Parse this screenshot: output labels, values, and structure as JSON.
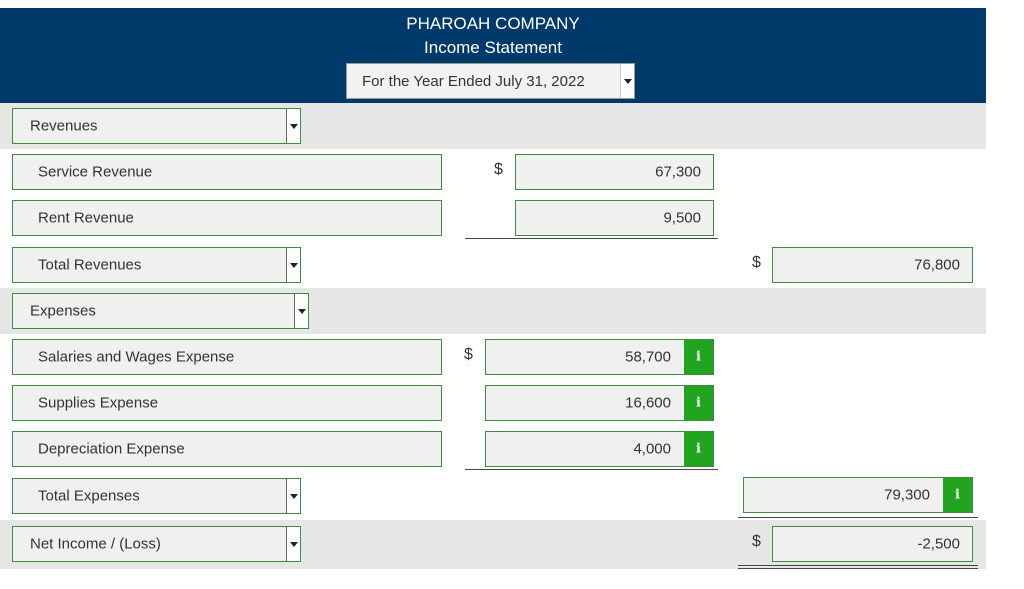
{
  "header": {
    "company": "PHAROAH COMPANY",
    "statement": "Income Statement",
    "period": "For the Year Ended July 31, 2022"
  },
  "currency_symbol": "$",
  "rows": {
    "revenues_heading": "Revenues",
    "service_revenue": {
      "label": "Service Revenue",
      "amount": "67,300"
    },
    "rent_revenue": {
      "label": "Rent Revenue",
      "amount": "9,500"
    },
    "total_revenues": {
      "label": "Total Revenues",
      "amount": "76,800"
    },
    "expenses_heading": "Expenses",
    "salaries_expense": {
      "label": "Salaries and Wages Expense",
      "amount": "58,700"
    },
    "supplies_expense": {
      "label": "Supplies Expense",
      "amount": "16,600"
    },
    "depreciation_expense": {
      "label": "Depreciation Expense",
      "amount": "4,000"
    },
    "total_expenses": {
      "label": "Total Expenses",
      "amount": "79,300"
    },
    "net_income": {
      "label": "Net Income / (Loss)",
      "amount": "-2,500"
    }
  },
  "info_glyph": "i",
  "colors": {
    "header_bg": "#003a6b",
    "field_border": "#3f8a3f",
    "info_bg": "#21a521",
    "band_bg": "#e6e6e6"
  }
}
